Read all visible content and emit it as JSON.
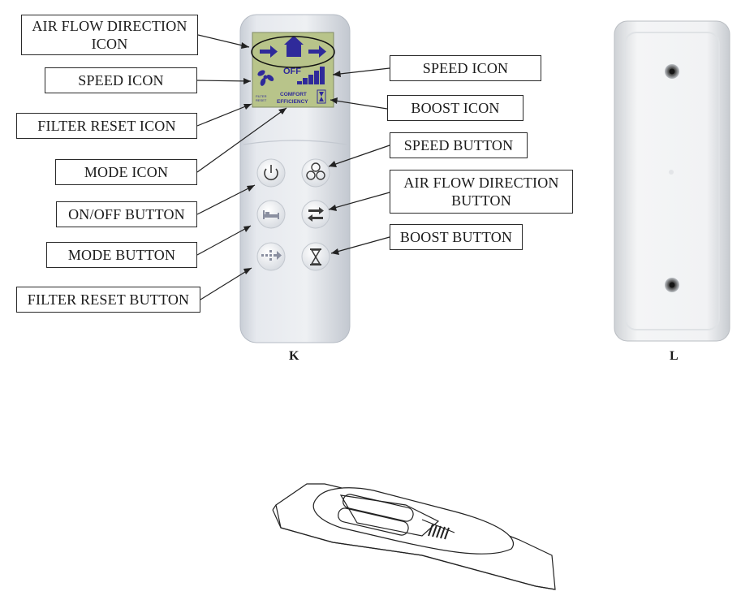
{
  "callouts": {
    "air_flow_direction_icon": [
      "AIR FLOW DIRECTION",
      "ICON"
    ],
    "speed_icon_left": [
      "SPEED ICON"
    ],
    "filter_reset_icon": [
      "FILTER RESET ICON"
    ],
    "mode_icon": [
      "MODE ICON"
    ],
    "on_off_button": [
      "ON/OFF BUTTON"
    ],
    "mode_button": [
      "MODE BUTTON"
    ],
    "filter_reset_button": [
      "FILTER RESET BUTTON"
    ],
    "speed_icon_right": [
      "SPEED ICON"
    ],
    "boost_icon": [
      "BOOST ICON"
    ],
    "speed_button": [
      "SPEED BUTTON"
    ],
    "air_flow_direction_button": [
      "AIR FLOW DIRECTION",
      "BUTTON"
    ],
    "boost_button": [
      "BOOST BUTTON"
    ]
  },
  "figures": {
    "k": "K",
    "l": "L"
  },
  "lcd": {
    "off_text": "OFF",
    "comfort_text": "COMFORT",
    "efficiency_text": "EFFICIENCY",
    "filter_text": "FILTER",
    "reset_text": "RESET"
  },
  "colors": {
    "lcd_background": "#b8c48a",
    "icon_blue": "#2f2a9a",
    "remote_body": "#dde2e8"
  }
}
